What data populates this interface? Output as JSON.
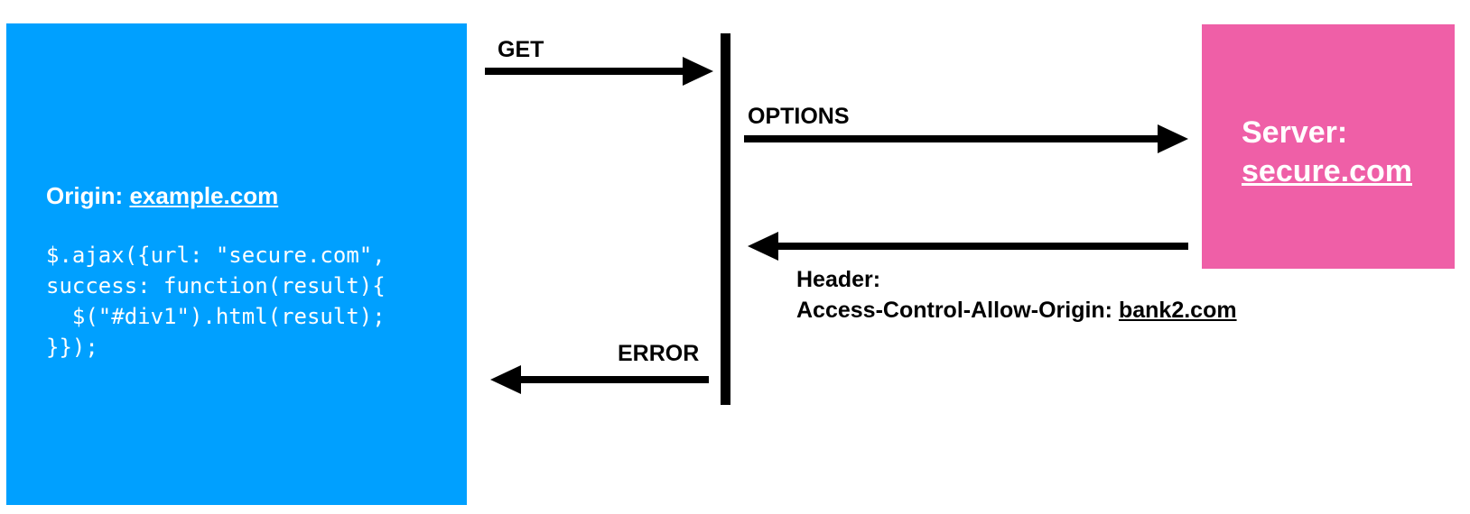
{
  "colors": {
    "origin_box": "#00a0ff",
    "server_box": "#ef5fa7",
    "arrows": "#000000"
  },
  "origin": {
    "label": "Origin:",
    "host": "example.com",
    "code": "$.ajax({url: \"secure.com\",\nsuccess: function(result){\n  $(\"#div1\").html(result);\n}});"
  },
  "server": {
    "label": "Server:",
    "host": "secure.com"
  },
  "messages": {
    "get": "GET",
    "options": "OPTIONS",
    "error": "ERROR",
    "response_header_label": "Header:",
    "response_header_name": "Access-Control-Allow-Origin:",
    "response_header_value": "bank2.com"
  }
}
